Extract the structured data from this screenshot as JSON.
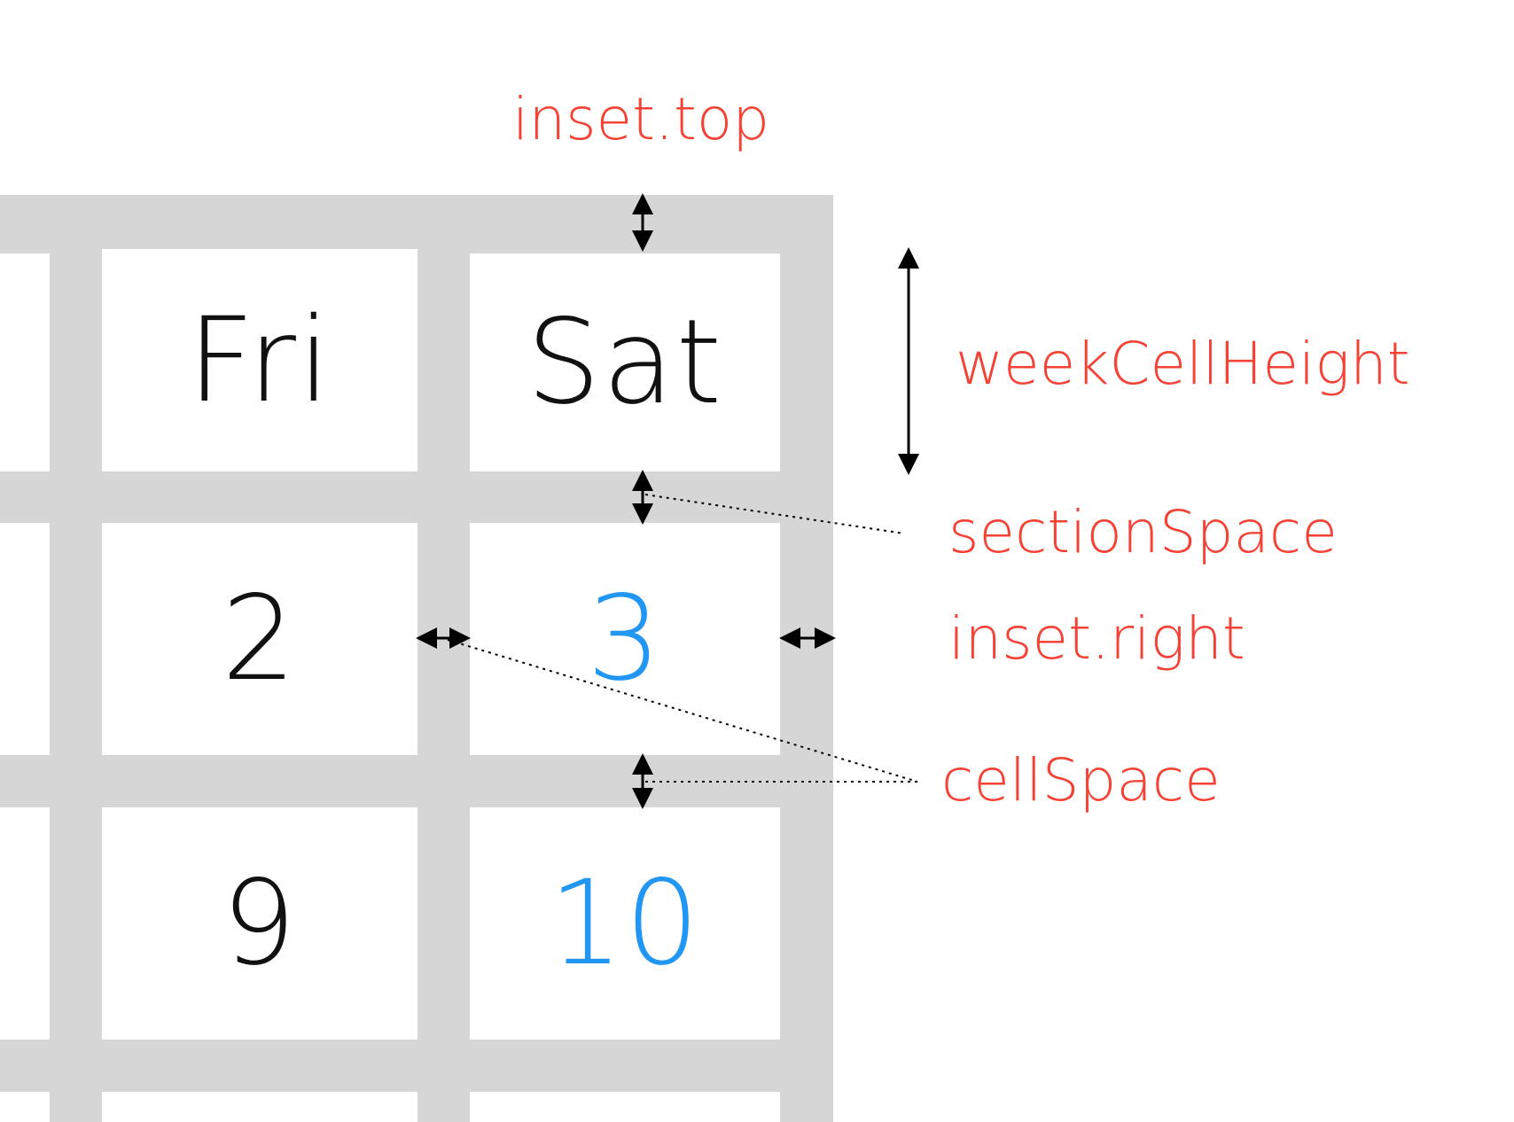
{
  "calendar": {
    "week_row": {
      "fri": "Fri",
      "sat": "Sat"
    },
    "row1": {
      "fri": "2",
      "sat": "3"
    },
    "row2": {
      "fri": "9",
      "sat": "10"
    }
  },
  "labels": {
    "inset_top": "inset.top",
    "week_cell_height": "weekCellHeight",
    "section_space": "sectionSpace",
    "inset_right": "inset.right",
    "cell_space": "cellSpace"
  },
  "colors": {
    "grid_background": "#d6d6d6",
    "cell_background": "#ffffff",
    "label_color": "#f44336",
    "weekend_color": "#2196f3",
    "text_color": "#111111",
    "arrow_color": "#000000"
  }
}
